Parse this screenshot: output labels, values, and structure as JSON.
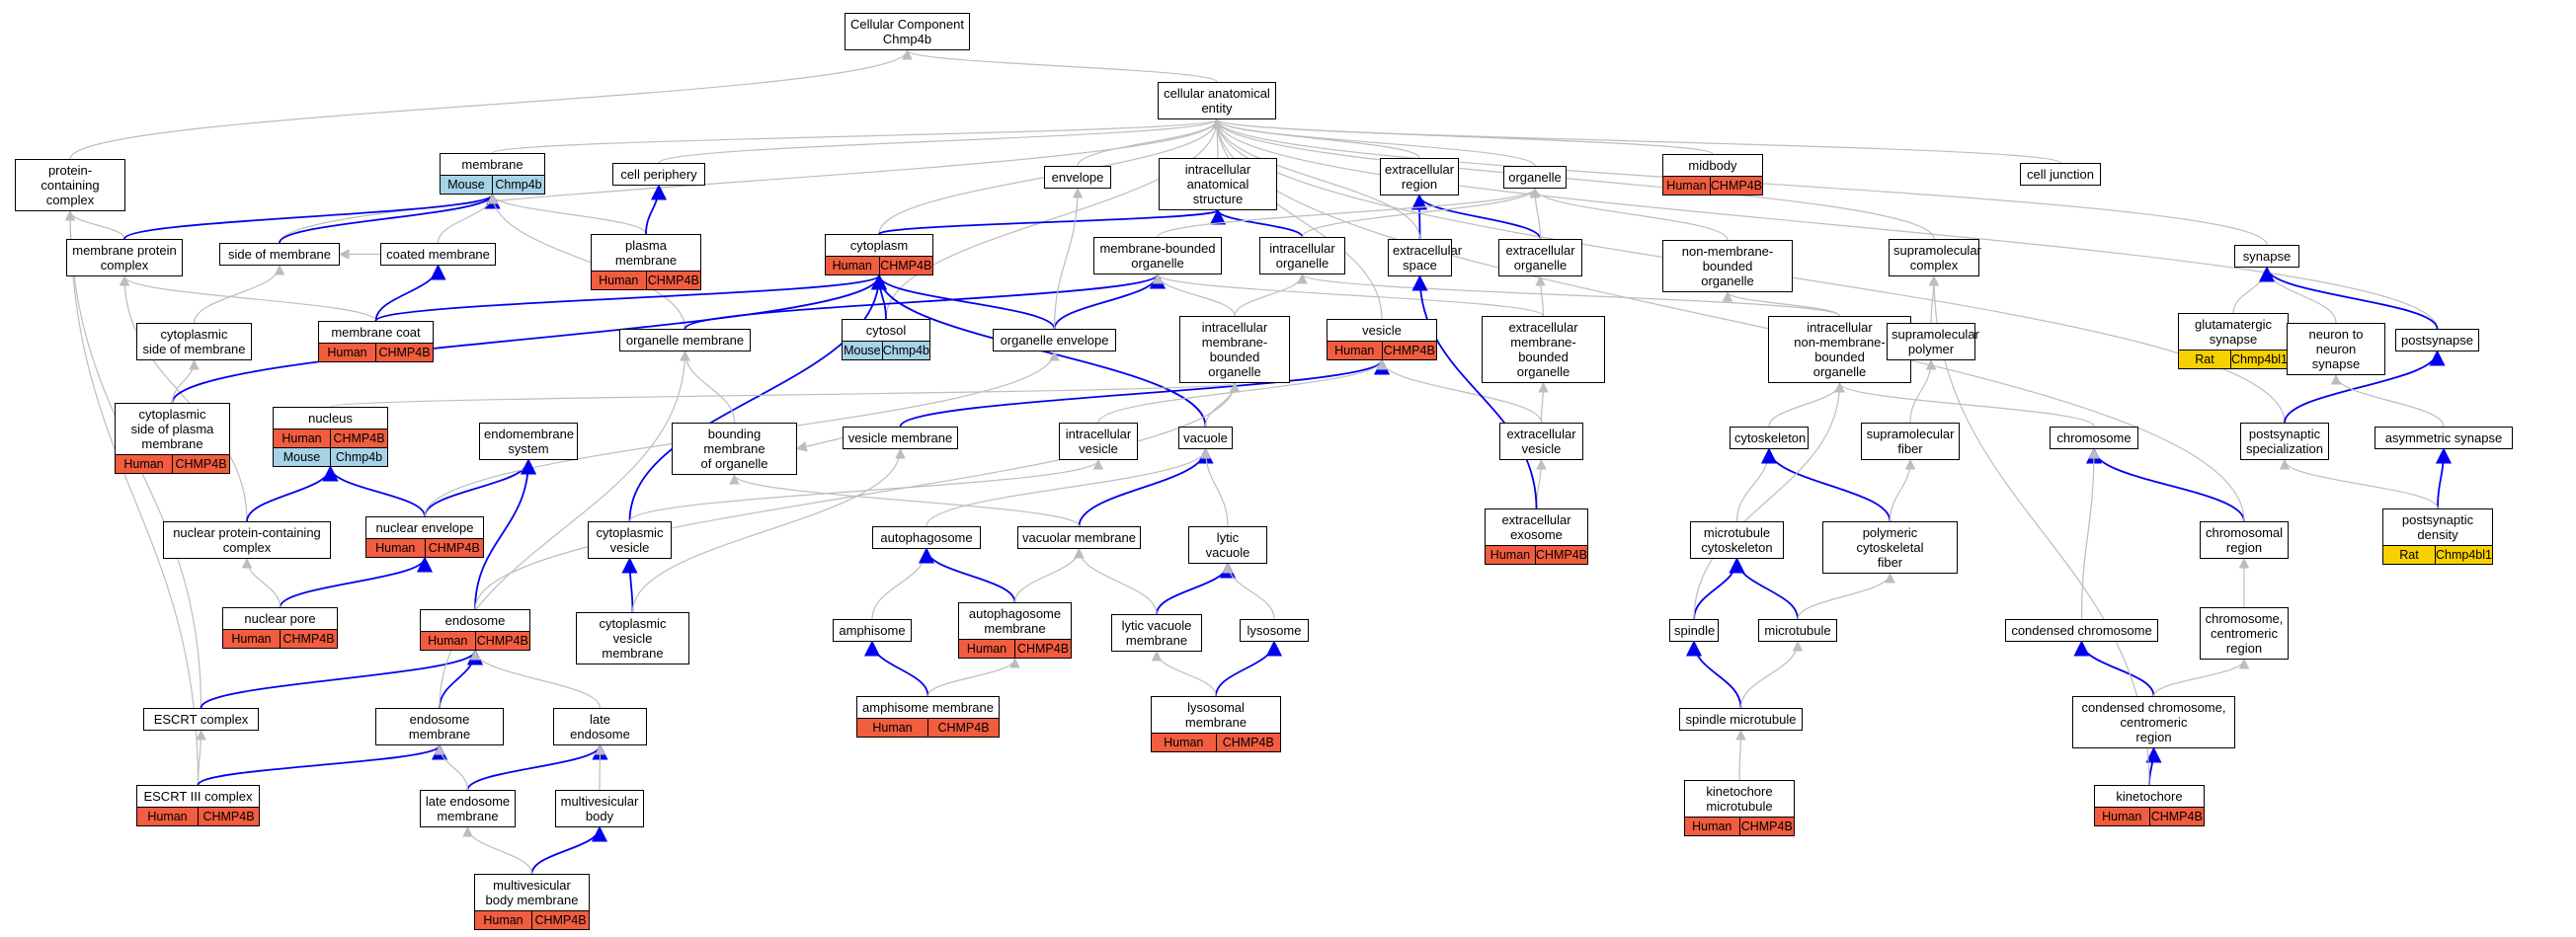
{
  "colors": {
    "human": "#f25c3f",
    "mouse": "#a6d3e6",
    "rat": "#f7d000",
    "edge_is_a": "#bdbdbd",
    "edge_part_of": "#0000ee"
  },
  "nodes": [
    {
      "id": "root",
      "label": "Cellular Component\nChmp4b",
      "tags": []
    },
    {
      "id": "cae",
      "label": "cellular anatomical\nentity",
      "tags": []
    },
    {
      "id": "pcc",
      "label": "protein-containing\ncomplex",
      "tags": []
    },
    {
      "id": "membrane",
      "label": "membrane",
      "tags": [
        [
          "Mouse",
          "Chmp4b"
        ]
      ]
    },
    {
      "id": "cellperiph",
      "label": "cell periphery",
      "tags": []
    },
    {
      "id": "envelope",
      "label": "envelope",
      "tags": []
    },
    {
      "id": "ias",
      "label": "intracellular\nanatomical structure",
      "tags": []
    },
    {
      "id": "extreg",
      "label": "extracellular\nregion",
      "tags": []
    },
    {
      "id": "organelle",
      "label": "organelle",
      "tags": []
    },
    {
      "id": "midbody",
      "label": "midbody",
      "tags": [
        [
          "Human",
          "CHMP4B"
        ]
      ]
    },
    {
      "id": "celljunc",
      "label": "cell junction",
      "tags": []
    },
    {
      "id": "mpc",
      "label": "membrane protein\ncomplex",
      "tags": []
    },
    {
      "id": "som",
      "label": "side of membrane",
      "tags": []
    },
    {
      "id": "coatedmem",
      "label": "coated membrane",
      "tags": []
    },
    {
      "id": "plasmamem",
      "label": "plasma membrane",
      "tags": [
        [
          "Human",
          "CHMP4B"
        ]
      ]
    },
    {
      "id": "cytoplasm",
      "label": "cytoplasm",
      "tags": [
        [
          "Human",
          "CHMP4B"
        ]
      ]
    },
    {
      "id": "mbo",
      "label": "membrane-bounded\norganelle",
      "tags": []
    },
    {
      "id": "intorg",
      "label": "intracellular\norganelle",
      "tags": []
    },
    {
      "id": "extspace",
      "label": "extracellular\nspace",
      "tags": []
    },
    {
      "id": "extorg",
      "label": "extracellular\norganelle",
      "tags": []
    },
    {
      "id": "nmbo",
      "label": "non-membrane-bounded\norganelle",
      "tags": []
    },
    {
      "id": "supcomplex",
      "label": "supramolecular\ncomplex",
      "tags": []
    },
    {
      "id": "synapse",
      "label": "synapse",
      "tags": []
    },
    {
      "id": "cytsidemem",
      "label": "cytoplasmic\nside of membrane",
      "tags": []
    },
    {
      "id": "memcoat",
      "label": "membrane coat",
      "tags": [
        [
          "Human",
          "CHMP4B"
        ]
      ]
    },
    {
      "id": "orgmem",
      "label": "organelle membrane",
      "tags": []
    },
    {
      "id": "cytosol",
      "label": "cytosol",
      "tags": [
        [
          "Mouse",
          "Chmp4b"
        ]
      ]
    },
    {
      "id": "orgenv",
      "label": "organelle envelope",
      "tags": []
    },
    {
      "id": "imbo",
      "label": "intracellular\nmembrane-bounded\norganelle",
      "tags": []
    },
    {
      "id": "vesicle",
      "label": "vesicle",
      "tags": [
        [
          "Human",
          "CHMP4B"
        ]
      ]
    },
    {
      "id": "embo",
      "label": "extracellular\nmembrane-bounded\norganelle",
      "tags": []
    },
    {
      "id": "inmbo",
      "label": "intracellular\nnon-membrane-bounded\norganelle",
      "tags": []
    },
    {
      "id": "suppoly",
      "label": "supramolecular\npolymer",
      "tags": []
    },
    {
      "id": "glusyn",
      "label": "glutamatergic\nsynapse",
      "tags": [
        [
          "Rat",
          "Chmp4bl1"
        ]
      ]
    },
    {
      "id": "n2n",
      "label": "neuron to neuron\nsynapse",
      "tags": []
    },
    {
      "id": "postsynapse",
      "label": "postsynapse",
      "tags": []
    },
    {
      "id": "cytsidepm",
      "label": "cytoplasmic\nside of plasma\nmembrane",
      "tags": [
        [
          "Human",
          "CHMP4B"
        ]
      ]
    },
    {
      "id": "nucleus",
      "label": "nucleus",
      "tags": [
        [
          "Human",
          "CHMP4B"
        ],
        [
          "Mouse",
          "Chmp4b"
        ]
      ]
    },
    {
      "id": "endosys",
      "label": "endomembrane\nsystem",
      "tags": []
    },
    {
      "id": "bmo",
      "label": "bounding membrane\nof organelle",
      "tags": []
    },
    {
      "id": "vesmem",
      "label": "vesicle membrane",
      "tags": []
    },
    {
      "id": "intves",
      "label": "intracellular\nvesicle",
      "tags": []
    },
    {
      "id": "vacuole",
      "label": "vacuole",
      "tags": []
    },
    {
      "id": "extves",
      "label": "extracellular\nvesicle",
      "tags": []
    },
    {
      "id": "cytoskel",
      "label": "cytoskeleton",
      "tags": []
    },
    {
      "id": "supfiber",
      "label": "supramolecular\nfiber",
      "tags": []
    },
    {
      "id": "chromosome",
      "label": "chromosome",
      "tags": []
    },
    {
      "id": "psd_spec",
      "label": "postsynaptic\nspecialization",
      "tags": []
    },
    {
      "id": "asymsyn",
      "label": "asymmetric synapse",
      "tags": []
    },
    {
      "id": "npcc",
      "label": "nuclear protein-containing\ncomplex",
      "tags": []
    },
    {
      "id": "nucenv",
      "label": "nuclear envelope",
      "tags": [
        [
          "Human",
          "CHMP4B"
        ]
      ]
    },
    {
      "id": "cytves",
      "label": "cytoplasmic\nvesicle",
      "tags": []
    },
    {
      "id": "autophagosome",
      "label": "autophagosome",
      "tags": []
    },
    {
      "id": "vacmem",
      "label": "vacuolar membrane",
      "tags": []
    },
    {
      "id": "lyticvac",
      "label": "lytic vacuole",
      "tags": []
    },
    {
      "id": "exosome",
      "label": "extracellular\nexosome",
      "tags": [
        [
          "Human",
          "CHMP4B"
        ]
      ]
    },
    {
      "id": "mtcytoskel",
      "label": "microtubule\ncytoskeleton",
      "tags": []
    },
    {
      "id": "polycytofib",
      "label": "polymeric cytoskeletal\nfiber",
      "tags": []
    },
    {
      "id": "chromreg",
      "label": "chromosomal\nregion",
      "tags": []
    },
    {
      "id": "psdensity",
      "label": "postsynaptic\ndensity",
      "tags": [
        [
          "Rat",
          "Chmp4bl1"
        ]
      ]
    },
    {
      "id": "nucpore",
      "label": "nuclear pore",
      "tags": [
        [
          "Human",
          "CHMP4B"
        ]
      ]
    },
    {
      "id": "endosome",
      "label": "endosome",
      "tags": [
        [
          "Human",
          "CHMP4B"
        ]
      ]
    },
    {
      "id": "cytvesmem",
      "label": "cytoplasmic\nvesicle membrane",
      "tags": []
    },
    {
      "id": "amphisome",
      "label": "amphisome",
      "tags": []
    },
    {
      "id": "autophagmem",
      "label": "autophagosome\nmembrane",
      "tags": [
        [
          "Human",
          "CHMP4B"
        ]
      ]
    },
    {
      "id": "lvmem",
      "label": "lytic vacuole\nmembrane",
      "tags": []
    },
    {
      "id": "lysosome",
      "label": "lysosome",
      "tags": []
    },
    {
      "id": "spindle",
      "label": "spindle",
      "tags": []
    },
    {
      "id": "microtubule",
      "label": "microtubule",
      "tags": []
    },
    {
      "id": "condchrom",
      "label": "condensed chromosome",
      "tags": []
    },
    {
      "id": "chromcent",
      "label": "chromosome,\ncentromeric\nregion",
      "tags": []
    },
    {
      "id": "amphmem",
      "label": "amphisome membrane",
      "tags": [
        [
          "Human",
          "CHMP4B"
        ]
      ]
    },
    {
      "id": "lysomem",
      "label": "lysosomal membrane",
      "tags": [
        [
          "Human",
          "CHMP4B"
        ]
      ]
    },
    {
      "id": "escrt",
      "label": "ESCRT complex",
      "tags": []
    },
    {
      "id": "endomem",
      "label": "endosome membrane",
      "tags": []
    },
    {
      "id": "lateendo",
      "label": "late endosome",
      "tags": []
    },
    {
      "id": "spindlemt",
      "label": "spindle microtubule",
      "tags": []
    },
    {
      "id": "condcent",
      "label": "condensed chromosome,\ncentromeric\nregion",
      "tags": []
    },
    {
      "id": "escrt3",
      "label": "ESCRT III complex",
      "tags": [
        [
          "Human",
          "CHMP4B"
        ]
      ]
    },
    {
      "id": "lateendomem",
      "label": "late endosome\nmembrane",
      "tags": []
    },
    {
      "id": "mvb",
      "label": "multivesicular\nbody",
      "tags": []
    },
    {
      "id": "kinetmt",
      "label": "kinetochore\nmicrotubule",
      "tags": [
        [
          "Human",
          "CHMP4B"
        ]
      ]
    },
    {
      "id": "kinetochore",
      "label": "kinetochore",
      "tags": [
        [
          "Human",
          "CHMP4B"
        ]
      ]
    },
    {
      "id": "mvbmem",
      "label": "multivesicular\nbody membrane",
      "tags": [
        [
          "Human",
          "CHMP4B"
        ]
      ]
    }
  ],
  "edges": [
    [
      "cae",
      "root",
      "g"
    ],
    [
      "pcc",
      "root",
      "g"
    ],
    [
      "membrane",
      "cae",
      "g"
    ],
    [
      "cellperiph",
      "cae",
      "g"
    ],
    [
      "envelope",
      "cae",
      "g"
    ],
    [
      "ias",
      "cae",
      "g"
    ],
    [
      "extreg",
      "cae",
      "g"
    ],
    [
      "organelle",
      "cae",
      "g"
    ],
    [
      "midbody",
      "cae",
      "g"
    ],
    [
      "celljunc",
      "cae",
      "g"
    ],
    [
      "synapse",
      "cae",
      "g"
    ],
    [
      "cytoplasm",
      "cae",
      "g"
    ],
    [
      "som",
      "cae",
      "g"
    ],
    [
      "cytosol",
      "cae",
      "g"
    ],
    [
      "postsynapse",
      "cae",
      "g"
    ],
    [
      "psd_spec",
      "cae",
      "g"
    ],
    [
      "mpc",
      "pcc",
      "g"
    ],
    [
      "escrt",
      "pcc",
      "g"
    ],
    [
      "escrt3",
      "pcc",
      "g"
    ],
    [
      "mpc",
      "membrane",
      "b"
    ],
    [
      "som",
      "membrane",
      "b"
    ],
    [
      "plasmamem",
      "membrane",
      "g"
    ],
    [
      "coatedmem",
      "membrane",
      "g"
    ],
    [
      "orgmem",
      "membrane",
      "g"
    ],
    [
      "plasmamem",
      "cellperiph",
      "b"
    ],
    [
      "coatedmem",
      "som",
      "g"
    ],
    [
      "cytsidemem",
      "som",
      "g"
    ],
    [
      "memcoat",
      "coatedmem",
      "b"
    ],
    [
      "memcoat",
      "mpc",
      "g"
    ],
    [
      "npcc",
      "mpc",
      "g"
    ],
    [
      "cytoplasm",
      "ias",
      "b"
    ],
    [
      "intorg",
      "ias",
      "b"
    ],
    [
      "extspace",
      "extreg",
      "b"
    ],
    [
      "extorg",
      "extreg",
      "b"
    ],
    [
      "extspace",
      "cae",
      "g"
    ],
    [
      "extorg",
      "organelle",
      "g"
    ],
    [
      "mbo",
      "organelle",
      "g"
    ],
    [
      "intorg",
      "organelle",
      "g"
    ],
    [
      "nmbo",
      "organelle",
      "g"
    ],
    [
      "supcomplex",
      "cae",
      "g"
    ],
    [
      "glusyn",
      "synapse",
      "g"
    ],
    [
      "n2n",
      "synapse",
      "g"
    ],
    [
      "postsynapse",
      "synapse",
      "b"
    ],
    [
      "memcoat",
      "cytoplasm",
      "b"
    ],
    [
      "cytsidepm",
      "cytoplasm",
      "b"
    ],
    [
      "cytosol",
      "cytoplasm",
      "b"
    ],
    [
      "orgenv",
      "cytoplasm",
      "b"
    ],
    [
      "cytves",
      "cytoplasm",
      "b"
    ],
    [
      "vacuole",
      "cytoplasm",
      "b"
    ],
    [
      "orgmem",
      "mbo",
      "b"
    ],
    [
      "orgenv",
      "mbo",
      "b"
    ],
    [
      "orgenv",
      "envelope",
      "g"
    ],
    [
      "imbo",
      "mbo",
      "g"
    ],
    [
      "imbo",
      "intorg",
      "g"
    ],
    [
      "embo",
      "extorg",
      "g"
    ],
    [
      "embo",
      "mbo",
      "g"
    ],
    [
      "inmbo",
      "nmbo",
      "g"
    ],
    [
      "inmbo",
      "intorg",
      "g"
    ],
    [
      "suppoly",
      "supcomplex",
      "g"
    ],
    [
      "supfiber",
      "suppoly",
      "g"
    ],
    [
      "vesicle",
      "cae",
      "g"
    ],
    [
      "cytsidepm",
      "cytsidemem",
      "g"
    ],
    [
      "nucleus",
      "imbo",
      "g"
    ],
    [
      "vesmem",
      "vesicle",
      "b"
    ],
    [
      "vesmem",
      "bmo",
      "g"
    ],
    [
      "bmo",
      "orgmem",
      "g"
    ],
    [
      "vacuole",
      "imbo",
      "g"
    ],
    [
      "intves",
      "vesicle",
      "g"
    ],
    [
      "extves",
      "vesicle",
      "g"
    ],
    [
      "extves",
      "embo",
      "g"
    ],
    [
      "exosome",
      "extves",
      "g"
    ],
    [
      "exosome",
      "extspace",
      "b"
    ],
    [
      "cytoskel",
      "inmbo",
      "g"
    ],
    [
      "chromosome",
      "inmbo",
      "g"
    ],
    [
      "psd_spec",
      "postsynapse",
      "b"
    ],
    [
      "asymsyn",
      "n2n",
      "g"
    ],
    [
      "psdensity",
      "asymsyn",
      "b"
    ],
    [
      "psdensity",
      "psd_spec",
      "g"
    ],
    [
      "npcc",
      "nucleus",
      "b"
    ],
    [
      "nucenv",
      "nucleus",
      "b"
    ],
    [
      "nucenv",
      "endosys",
      "b"
    ],
    [
      "nucenv",
      "orgenv",
      "g"
    ],
    [
      "nucpore",
      "nucenv",
      "b"
    ],
    [
      "nucpore",
      "npcc",
      "g"
    ],
    [
      "cytves",
      "intves",
      "g"
    ],
    [
      "endosome",
      "endosys",
      "b"
    ],
    [
      "endosome",
      "imbo",
      "g"
    ],
    [
      "cytvesmem",
      "cytves",
      "b"
    ],
    [
      "cytvesmem",
      "vesmem",
      "g"
    ],
    [
      "vacmem",
      "vacuole",
      "b"
    ],
    [
      "vacmem",
      "bmo",
      "g"
    ],
    [
      "autophagosome",
      "vacuole",
      "g"
    ],
    [
      "amphisome",
      "autophagosome",
      "g"
    ],
    [
      "autophagmem",
      "autophagosome",
      "b"
    ],
    [
      "autophagmem",
      "vacmem",
      "g"
    ],
    [
      "lyticvac",
      "vacuole",
      "g"
    ],
    [
      "lvmem",
      "lyticvac",
      "b"
    ],
    [
      "lvmem",
      "vacmem",
      "g"
    ],
    [
      "lysosome",
      "lyticvac",
      "g"
    ],
    [
      "lysomem",
      "lysosome",
      "b"
    ],
    [
      "lysomem",
      "lvmem",
      "g"
    ],
    [
      "amphmem",
      "amphisome",
      "b"
    ],
    [
      "amphmem",
      "autophagmem",
      "g"
    ],
    [
      "mtcytoskel",
      "cytoskel",
      "g"
    ],
    [
      "polycytofib",
      "cytoskel",
      "b"
    ],
    [
      "polycytofib",
      "supfiber",
      "g"
    ],
    [
      "spindle",
      "mtcytoskel",
      "b"
    ],
    [
      "spindle",
      "inmbo",
      "g"
    ],
    [
      "microtubule",
      "mtcytoskel",
      "b"
    ],
    [
      "microtubule",
      "polycytofib",
      "g"
    ],
    [
      "spindlemt",
      "spindle",
      "b"
    ],
    [
      "spindlemt",
      "microtubule",
      "g"
    ],
    [
      "kinetmt",
      "spindlemt",
      "g"
    ],
    [
      "chromreg",
      "chromosome",
      "b"
    ],
    [
      "chromreg",
      "cae",
      "g"
    ],
    [
      "condchrom",
      "chromosome",
      "g"
    ],
    [
      "chromcent",
      "chromreg",
      "g"
    ],
    [
      "condcent",
      "condchrom",
      "b"
    ],
    [
      "condcent",
      "chromcent",
      "g"
    ],
    [
      "kinetochore",
      "condcent",
      "b"
    ],
    [
      "kinetochore",
      "supcomplex",
      "g"
    ],
    [
      "escrt",
      "endosome",
      "b"
    ],
    [
      "endomem",
      "endosome",
      "b"
    ],
    [
      "endomem",
      "orgmem",
      "g"
    ],
    [
      "lateendo",
      "endosome",
      "g"
    ],
    [
      "escrt3",
      "escrt",
      "g"
    ],
    [
      "escrt3",
      "endomem",
      "b"
    ],
    [
      "lateendomem",
      "lateendo",
      "b"
    ],
    [
      "lateendomem",
      "endomem",
      "g"
    ],
    [
      "mvb",
      "lateendo",
      "g"
    ],
    [
      "mvbmem",
      "mvb",
      "b"
    ],
    [
      "mvbmem",
      "lateendomem",
      "g"
    ]
  ]
}
